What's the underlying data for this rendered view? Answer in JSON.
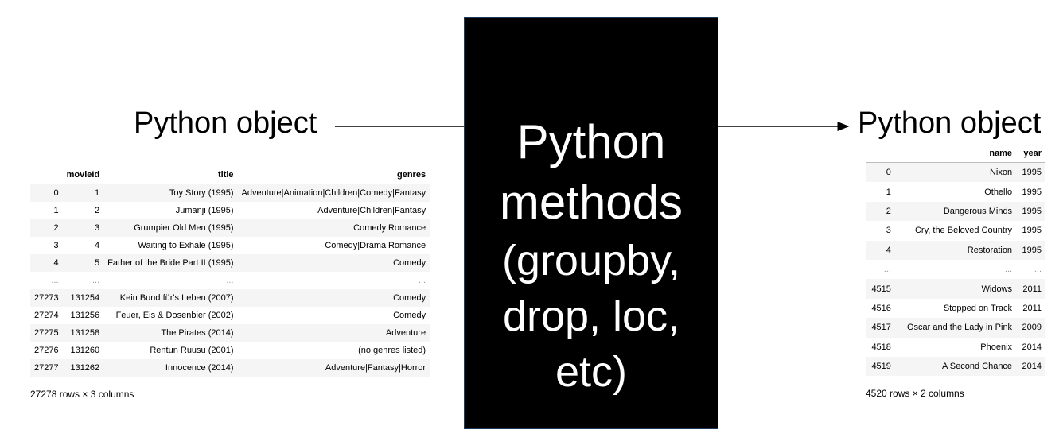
{
  "left_label": "Python object",
  "right_label": "Python object",
  "center": {
    "lines": [
      "Python",
      "methods",
      "(groupby,",
      "drop, loc,",
      "etc)"
    ]
  },
  "left_table": {
    "columns": [
      "",
      "movieId",
      "title",
      "genres"
    ],
    "rows": [
      [
        "0",
        "1",
        "Toy Story (1995)",
        "Adventure|Animation|Children|Comedy|Fantasy"
      ],
      [
        "1",
        "2",
        "Jumanji (1995)",
        "Adventure|Children|Fantasy"
      ],
      [
        "2",
        "3",
        "Grumpier Old Men (1995)",
        "Comedy|Romance"
      ],
      [
        "3",
        "4",
        "Waiting to Exhale (1995)",
        "Comedy|Drama|Romance"
      ],
      [
        "4",
        "5",
        "Father of the Bride Part II (1995)",
        "Comedy"
      ],
      [
        "...",
        "...",
        "...",
        "..."
      ],
      [
        "27273",
        "131254",
        "Kein Bund für's Leben (2007)",
        "Comedy"
      ],
      [
        "27274",
        "131256",
        "Feuer, Eis & Dosenbier (2002)",
        "Comedy"
      ],
      [
        "27275",
        "131258",
        "The Pirates (2014)",
        "Adventure"
      ],
      [
        "27276",
        "131260",
        "Rentun Ruusu (2001)",
        "(no genres listed)"
      ],
      [
        "27277",
        "131262",
        "Innocence (2014)",
        "Adventure|Fantasy|Horror"
      ]
    ],
    "summary": "27278 rows × 3 columns"
  },
  "right_table": {
    "columns": [
      "",
      "name",
      "year"
    ],
    "rows": [
      [
        "0",
        "Nixon",
        "1995"
      ],
      [
        "1",
        "Othello",
        "1995"
      ],
      [
        "2",
        "Dangerous Minds",
        "1995"
      ],
      [
        "3",
        "Cry, the Beloved Country",
        "1995"
      ],
      [
        "4",
        "Restoration",
        "1995"
      ],
      [
        "...",
        "...",
        "..."
      ],
      [
        "4515",
        "Widows",
        "2011"
      ],
      [
        "4516",
        "Stopped on Track",
        "2011"
      ],
      [
        "4517",
        "Oscar and the Lady in Pink",
        "2009"
      ],
      [
        "4518",
        "Phoenix",
        "2014"
      ],
      [
        "4519",
        "A Second Chance",
        "2014"
      ]
    ],
    "summary": "4520 rows × 2 columns"
  }
}
